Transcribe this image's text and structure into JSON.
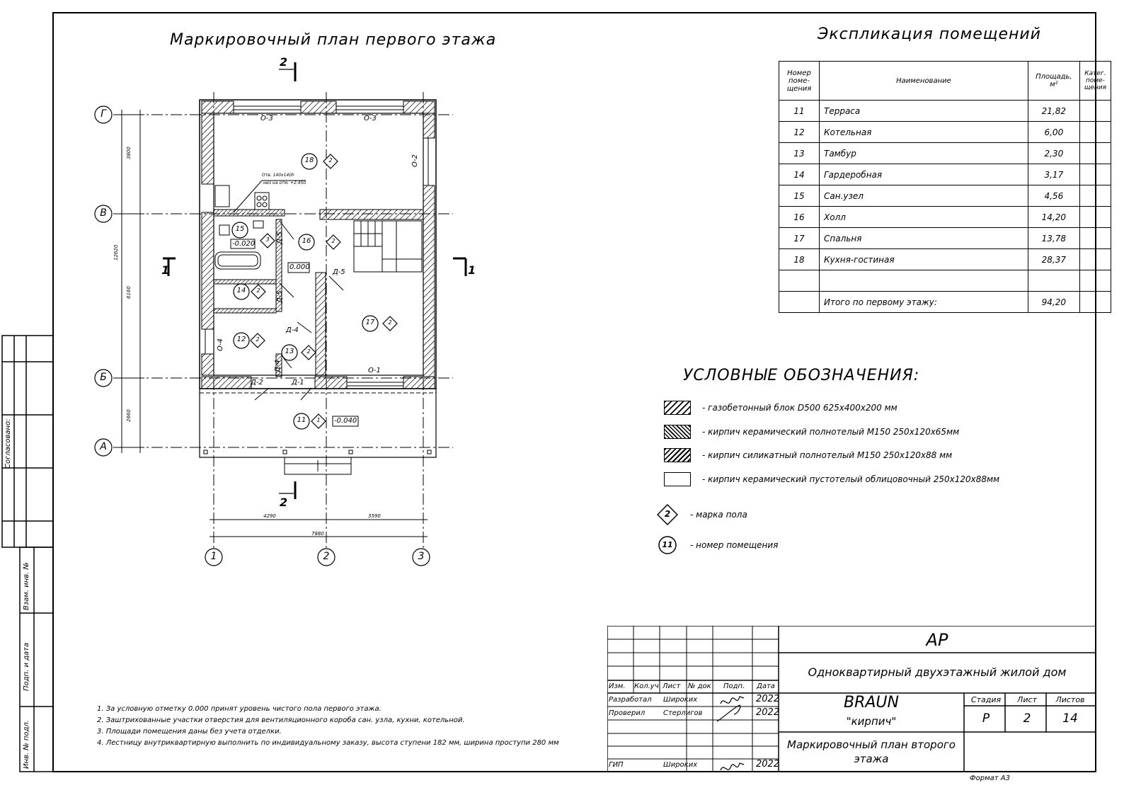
{
  "plan_title": "Маркировочный план первого этажа",
  "expl_title": "Экспликация помещений",
  "expl_headers": {
    "num": "Номер поме-щения",
    "name": "Наименование",
    "area": "Площадь, м²",
    "cat": "Катег. поме-щения"
  },
  "rooms": [
    {
      "num": "11",
      "name": "Терраса",
      "area": "21,82"
    },
    {
      "num": "12",
      "name": "Котельная",
      "area": "6,00"
    },
    {
      "num": "13",
      "name": "Тамбур",
      "area": "2,30"
    },
    {
      "num": "14",
      "name": "Гардеробная",
      "area": "3,17"
    },
    {
      "num": "15",
      "name": "Сан.узел",
      "area": "4,56"
    },
    {
      "num": "16",
      "name": "Холл",
      "area": "14,20"
    },
    {
      "num": "17",
      "name": "Спальня",
      "area": "13,78"
    },
    {
      "num": "18",
      "name": "Кухня-гостиная",
      "area": "28,37"
    }
  ],
  "expl_total": {
    "label": "Итого по первому этажу:",
    "area": "94,20"
  },
  "legend_title": "УСЛОВНЫЕ ОБОЗНАЧЕНИЯ:",
  "legend": [
    "- газобетонный блок D500 625х400х200 мм",
    "- кирпич керамический полнотелый М150 250х120х65мм",
    "- кирпич силикатный полнотелый М150 250х120х88 мм",
    "- кирпич керамический пустотелый облицовочный 250х120х88мм",
    "- марка пола",
    "- номер помещения"
  ],
  "legend_marks": {
    "floor": "2",
    "room": "11"
  },
  "axes": {
    "rows": [
      "Г",
      "В",
      "Б",
      "А"
    ],
    "cols": [
      "1",
      "2",
      "3"
    ],
    "dims_v": [
      "3800",
      "6160",
      "2660",
      "12620"
    ],
    "dims_h": [
      "4290",
      "3590",
      "7880"
    ]
  },
  "section_marks": {
    "s1": "1",
    "s2": "2"
  },
  "plan_labels": {
    "o3a": "О-3",
    "o3b": "О-3",
    "o2": "О-2",
    "o1": "О-1",
    "o4": "О-4",
    "d5a": "Д-5",
    "d5b": "Д-5",
    "d5c": "Д-5",
    "d4a": "Д-4",
    "d4b": "Д-4",
    "d2": "Д-2",
    "d1": "Д-1",
    "lvl0": "0.000",
    "lvl_bath": "-0.020",
    "lvl_terr": "-0.040",
    "vent1": "Отв. 140х140h",
    "vent2": "низ на отм. +2.450",
    "floor_mark": "2",
    "bath_mark": "3",
    "terr_mark": "1"
  },
  "notes": [
    "1.   За условную отметку 0.000 принят уровень чистого пола первого этажа.",
    "2.   Заштрихованные участки отверстия для вентиляционного короба сан. узла, кухни, котельной.",
    "3.   Площади помещения даны без учета отделки.",
    "4.   Лестницу внутриквартирную выполнить по индивидуальному заказу, высота ступени 182 мм, ширина проступи 280 мм"
  ],
  "left_stamps": [
    "Согласовано:",
    "Взам. инв. №",
    "Подп. и дата",
    "Инв. № подл."
  ],
  "title_block": {
    "code": "АР",
    "project": "Одноквартирный двухэтажный жилой дом",
    "hdr": [
      "Изм.",
      "Кол.уч",
      "Лист",
      "№ док",
      "Подп.",
      "Дата"
    ],
    "rows": [
      {
        "role": "Разработал",
        "name": "Широких",
        "date": "2022"
      },
      {
        "role": "Проверил",
        "name": "Стерлигов",
        "date": "2022"
      },
      {
        "role": "ГИП",
        "name": "Широких",
        "date": "2022"
      }
    ],
    "brand": "BRAUN",
    "brand_sub": "\"кирпич\"",
    "sheet_title": "Маркировочный план второго этажа",
    "stage_label": "Стадия",
    "sheet_label": "Лист",
    "sheets_label": "Листов",
    "stage": "Р",
    "sheet": "2",
    "sheets": "14",
    "format": "Формат А3"
  }
}
